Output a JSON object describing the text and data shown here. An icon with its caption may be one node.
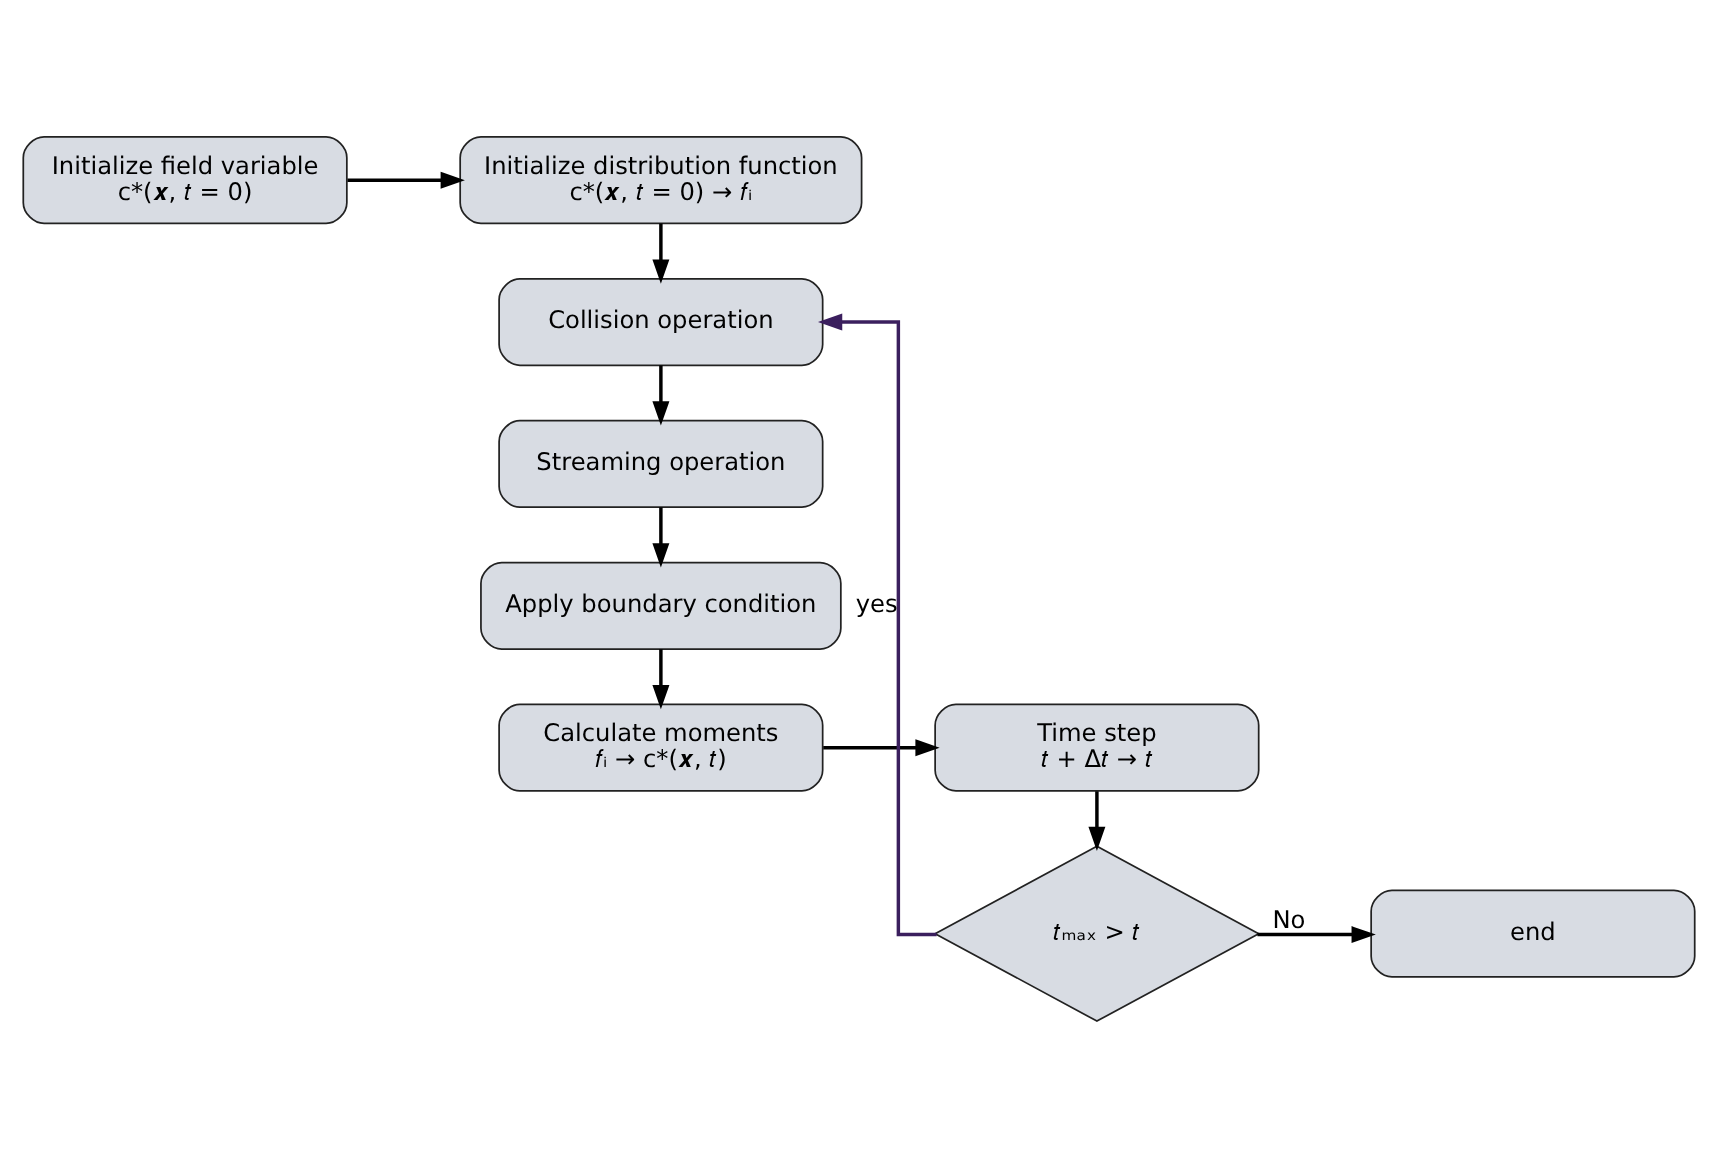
{
  "diagram": {
    "nodes": [
      {
        "text": [
          "Initialize distribution function",
          "c*(𝒙, 𝑡 = 0) → 𝑓ᵢ"
        ]
      },
      {
        "text": [
          "Initialize field variable",
          "c*(𝒙, 𝑡 = 0)"
        ]
      },
      {
        "text": [
          "Collision operation"
        ]
      },
      {
        "text": [
          "Streaming operation"
        ]
      },
      {
        "text": [
          "Apply boundary condition"
        ]
      },
      {
        "text": [
          "Calculate moments",
          "𝑓ᵢ → c*(𝒙, 𝑡)"
        ]
      },
      {
        "text": [
          "Time step",
          "𝑡 + Δ𝑡 → 𝑡"
        ]
      },
      {
        "text": [
          "𝑡ₘₐₓ > 𝑡"
        ]
      },
      {
        "text": [
          "end"
        ]
      }
    ],
    "edges": [
      {
        "from": 1,
        "to": 0,
        "arrow": "to"
      },
      {
        "from": 0,
        "to": 2,
        "arrow": "to"
      },
      {
        "from": 2,
        "to": 3,
        "arrow": "to"
      },
      {
        "from": 3,
        "to": 4,
        "arrow": "to"
      },
      {
        "from": 4,
        "to": 5,
        "arrow": "to"
      },
      {
        "from": 5,
        "to": 6,
        "arrow": "to"
      },
      {
        "from": 6,
        "to": 7,
        "arrow": "to"
      },
      {
        "from": 7,
        "to": 2,
        "arrow": "to",
        "label": "yes",
        "color": "#3b1f5e"
      },
      {
        "from": 7,
        "to": 8,
        "arrow": "to",
        "label": "No"
      }
    ]
  }
}
